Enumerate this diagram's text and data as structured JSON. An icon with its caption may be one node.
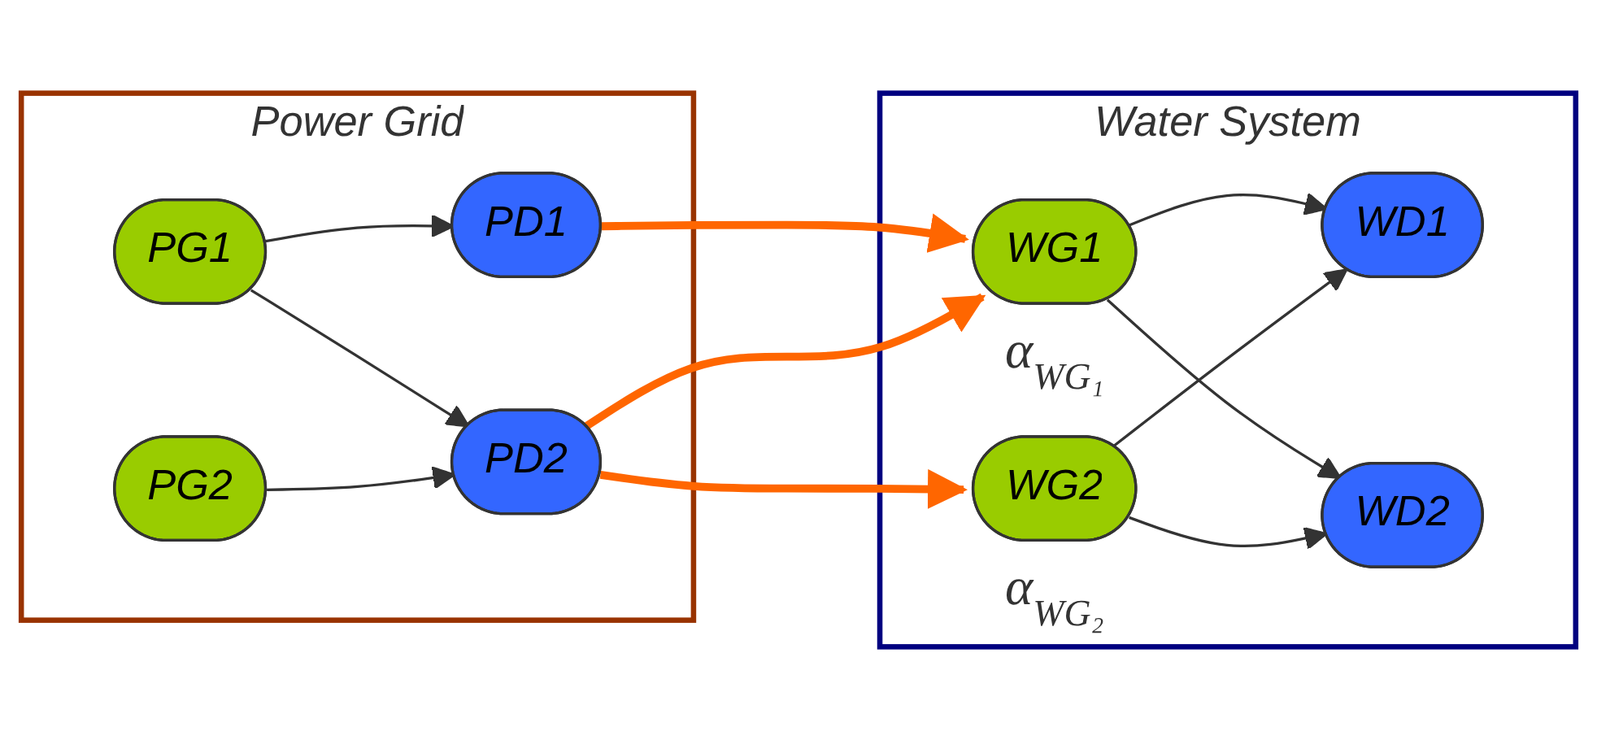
{
  "diagram": {
    "nodes": [
      {
        "text": [
          "Power Grid"
        ]
      },
      {
        "text": [
          "PG1"
        ],
        "in": 0
      },
      {
        "text": [
          "PG2"
        ],
        "in": 0
      },
      {
        "text": [
          "PD1"
        ],
        "in": 0
      },
      {
        "text": [
          "PD2"
        ],
        "in": 0
      },
      {
        "text": [
          "Water System"
        ]
      },
      {
        "text": [
          "WG1"
        ],
        "in": 5,
        "beside": [
          "α$_{WG₁}$"
        ]
      },
      {
        "text": [
          "WG2"
        ],
        "in": 5,
        "beside": [
          "α$_{WG₂}$"
        ]
      },
      {
        "text": [
          "WD1"
        ],
        "in": 5
      },
      {
        "text": [
          "WD2"
        ],
        "in": 5
      }
    ],
    "edges": [
      {
        "from": 1,
        "to": 3,
        "arrow": "to"
      },
      {
        "from": 1,
        "to": 4,
        "arrow": "to"
      },
      {
        "from": 2,
        "to": 4,
        "arrow": "to"
      },
      {
        "from": 3,
        "to": 6,
        "arrow": "to",
        "style": "thick",
        "color": "#ff6600"
      },
      {
        "from": 4,
        "to": 6,
        "arrow": "to",
        "style": "thick",
        "color": "#ff6600"
      },
      {
        "from": 4,
        "to": 7,
        "arrow": "to",
        "style": "thick",
        "color": "#ff6600"
      },
      {
        "from": 6,
        "to": 8,
        "arrow": "to"
      },
      {
        "from": 6,
        "to": 9,
        "arrow": "to"
      },
      {
        "from": 7,
        "to": 8,
        "arrow": "to"
      },
      {
        "from": 7,
        "to": 9,
        "arrow": "to"
      }
    ]
  }
}
